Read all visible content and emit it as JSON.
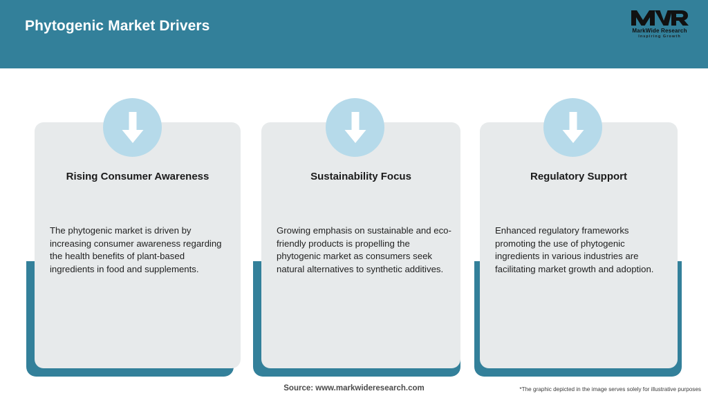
{
  "header": {
    "title": "Phytogenic Market Drivers",
    "bar_color": "#33809a",
    "logo": {
      "monogram": "MWR",
      "name": "MarkWide Research",
      "tagline": "Inspiring Growth"
    }
  },
  "cards": [
    {
      "icon": "down-arrow-icon",
      "title": "Rising Consumer Awareness",
      "body": "The phytogenic market is driven by increasing consumer awareness regarding the health benefits of plant-based ingredients in food and supplements."
    },
    {
      "icon": "down-arrow-icon",
      "title": "Sustainability Focus",
      "body": "Growing emphasis on sustainable and eco-friendly products is propelling the phytogenic market as consumers seek natural alternatives to synthetic additives."
    },
    {
      "icon": "down-arrow-icon",
      "title": "Regulatory Support",
      "body": "Enhanced regulatory frameworks promoting the use of phytogenic ingredients in various industries are facilitating market growth and adoption."
    }
  ],
  "footer": {
    "source": "Source: www.markwideresearch.com",
    "disclaimer": "*The graphic depicted in the image serves solely for illustrative purposes"
  },
  "colors": {
    "accent_teal": "#33809a",
    "badge_blue": "#b6daea",
    "card_gray": "#e7eaeb",
    "page_bg": "#ffffff"
  }
}
